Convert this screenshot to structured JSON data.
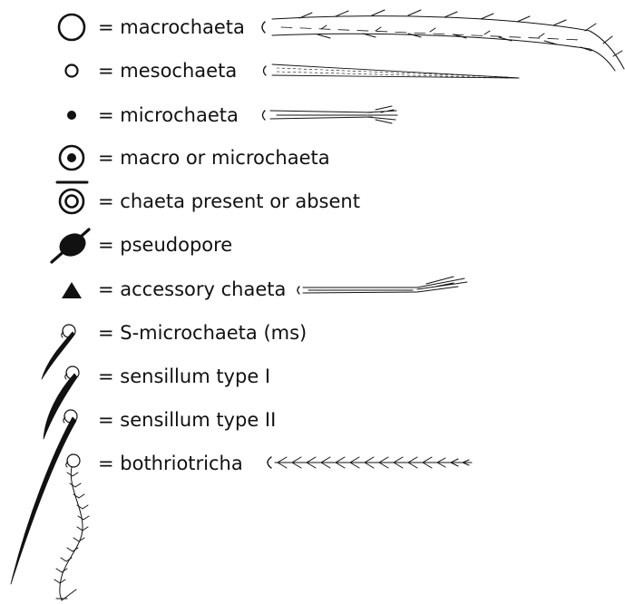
{
  "legend": {
    "items": [
      {
        "id": "macrochaeta",
        "label": "= macrochaeta",
        "symbol": "open-circle-large",
        "illustration": "macrochaeta-seta-drawing"
      },
      {
        "id": "mesochaeta",
        "label": "= mesochaeta",
        "symbol": "open-circle-small",
        "illustration": "mesochaeta-seta-drawing"
      },
      {
        "id": "microchaeta",
        "label": "= microchaeta",
        "symbol": "filled-dot",
        "illustration": "microchaeta-seta-drawing"
      },
      {
        "id": "macro-or-micro",
        "label": "= macro or microchaeta",
        "symbol": "circle-with-dot"
      },
      {
        "id": "present-or-absent",
        "label": "= chaeta present or absent",
        "symbol": "double-circle-with-bar"
      },
      {
        "id": "pseudopore",
        "label": "= pseudopore",
        "symbol": "slashed-filled-ellipse"
      },
      {
        "id": "accessory",
        "label": "= accessory chaeta",
        "symbol": "filled-triangle",
        "illustration": "accessory-chaeta-drawing"
      },
      {
        "id": "s-microchaeta",
        "label": "= S-microchaeta (ms)",
        "symbol": "small-curved-sensillum"
      },
      {
        "id": "sensillum-1",
        "label": "= sensillum type I",
        "symbol": "medium-curved-sensillum"
      },
      {
        "id": "sensillum-2",
        "label": "= sensillum type II",
        "symbol": "long-curved-sensillum"
      },
      {
        "id": "bothriotricha",
        "label": "= bothriotricha",
        "symbol": "long-feathered-bothriotrichum",
        "illustration": "bothriotricha-feathered-drawing"
      }
    ]
  },
  "colors": {
    "ink": "#111111",
    "paper": "#ffffff"
  }
}
